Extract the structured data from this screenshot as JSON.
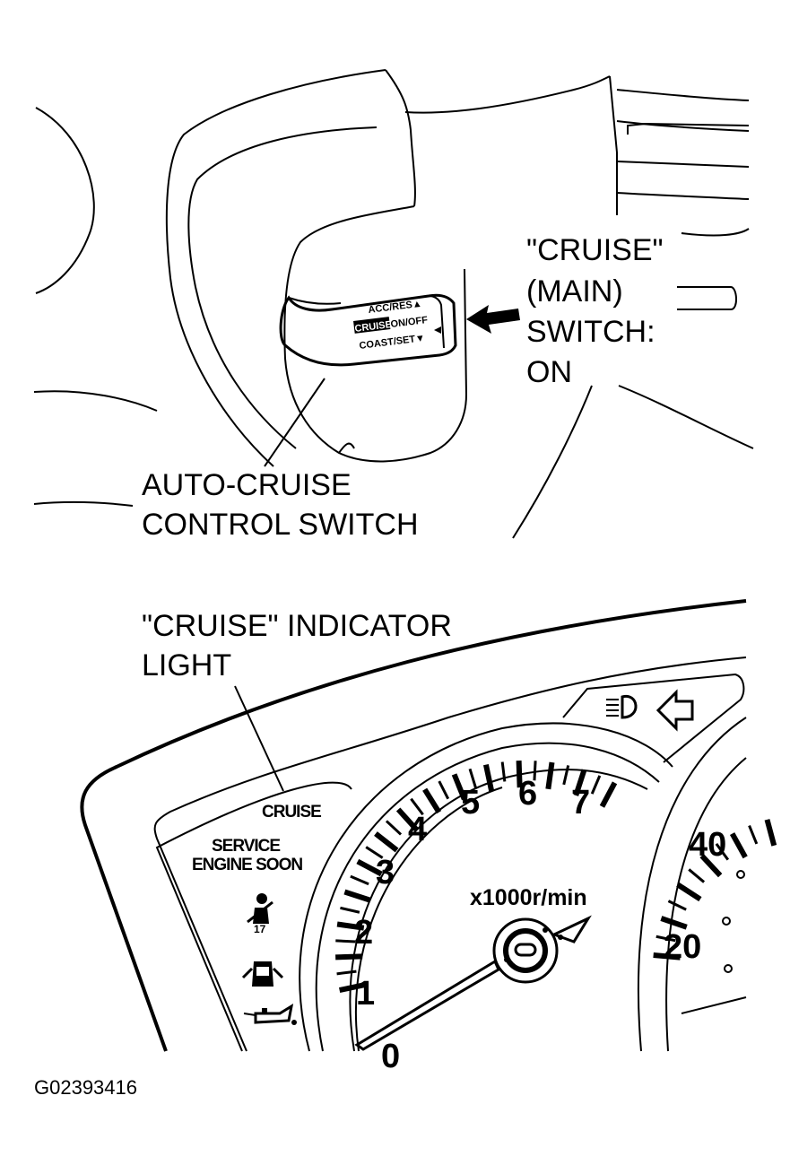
{
  "switch_diagram": {
    "labels": {
      "main_switch": [
        "\"CRUISE\"",
        "(MAIN)",
        "SWITCH:",
        "ON"
      ],
      "control_switch": [
        "AUTO-CRUISE",
        "CONTROL SWITCH"
      ]
    },
    "lever_markings": {
      "acc_res": "ACC/RES▲",
      "cruise": "CRUISE",
      "on_off": "ON/OFF",
      "coast_set": "COAST/SET▼"
    }
  },
  "cluster_diagram": {
    "labels": {
      "indicator": [
        "\"CRUISE\" INDICATOR",
        "LIGHT"
      ]
    },
    "warning_panel": {
      "cruise": "CRUISE",
      "service": "SERVICE",
      "engine_soon": "ENGINE SOON"
    },
    "tachometer": {
      "unit": "x1000r/min",
      "numbers": [
        "0",
        "1",
        "2",
        "3",
        "4",
        "5",
        "6",
        "7"
      ]
    },
    "speedometer": {
      "numbers": [
        "20",
        "40"
      ]
    },
    "icons": [
      "headlight-icon",
      "turn-signal-arrow-icon",
      "seatbelt-icon",
      "door-ajar-icon",
      "oil-can-icon"
    ]
  },
  "figure_id": "G02393416"
}
